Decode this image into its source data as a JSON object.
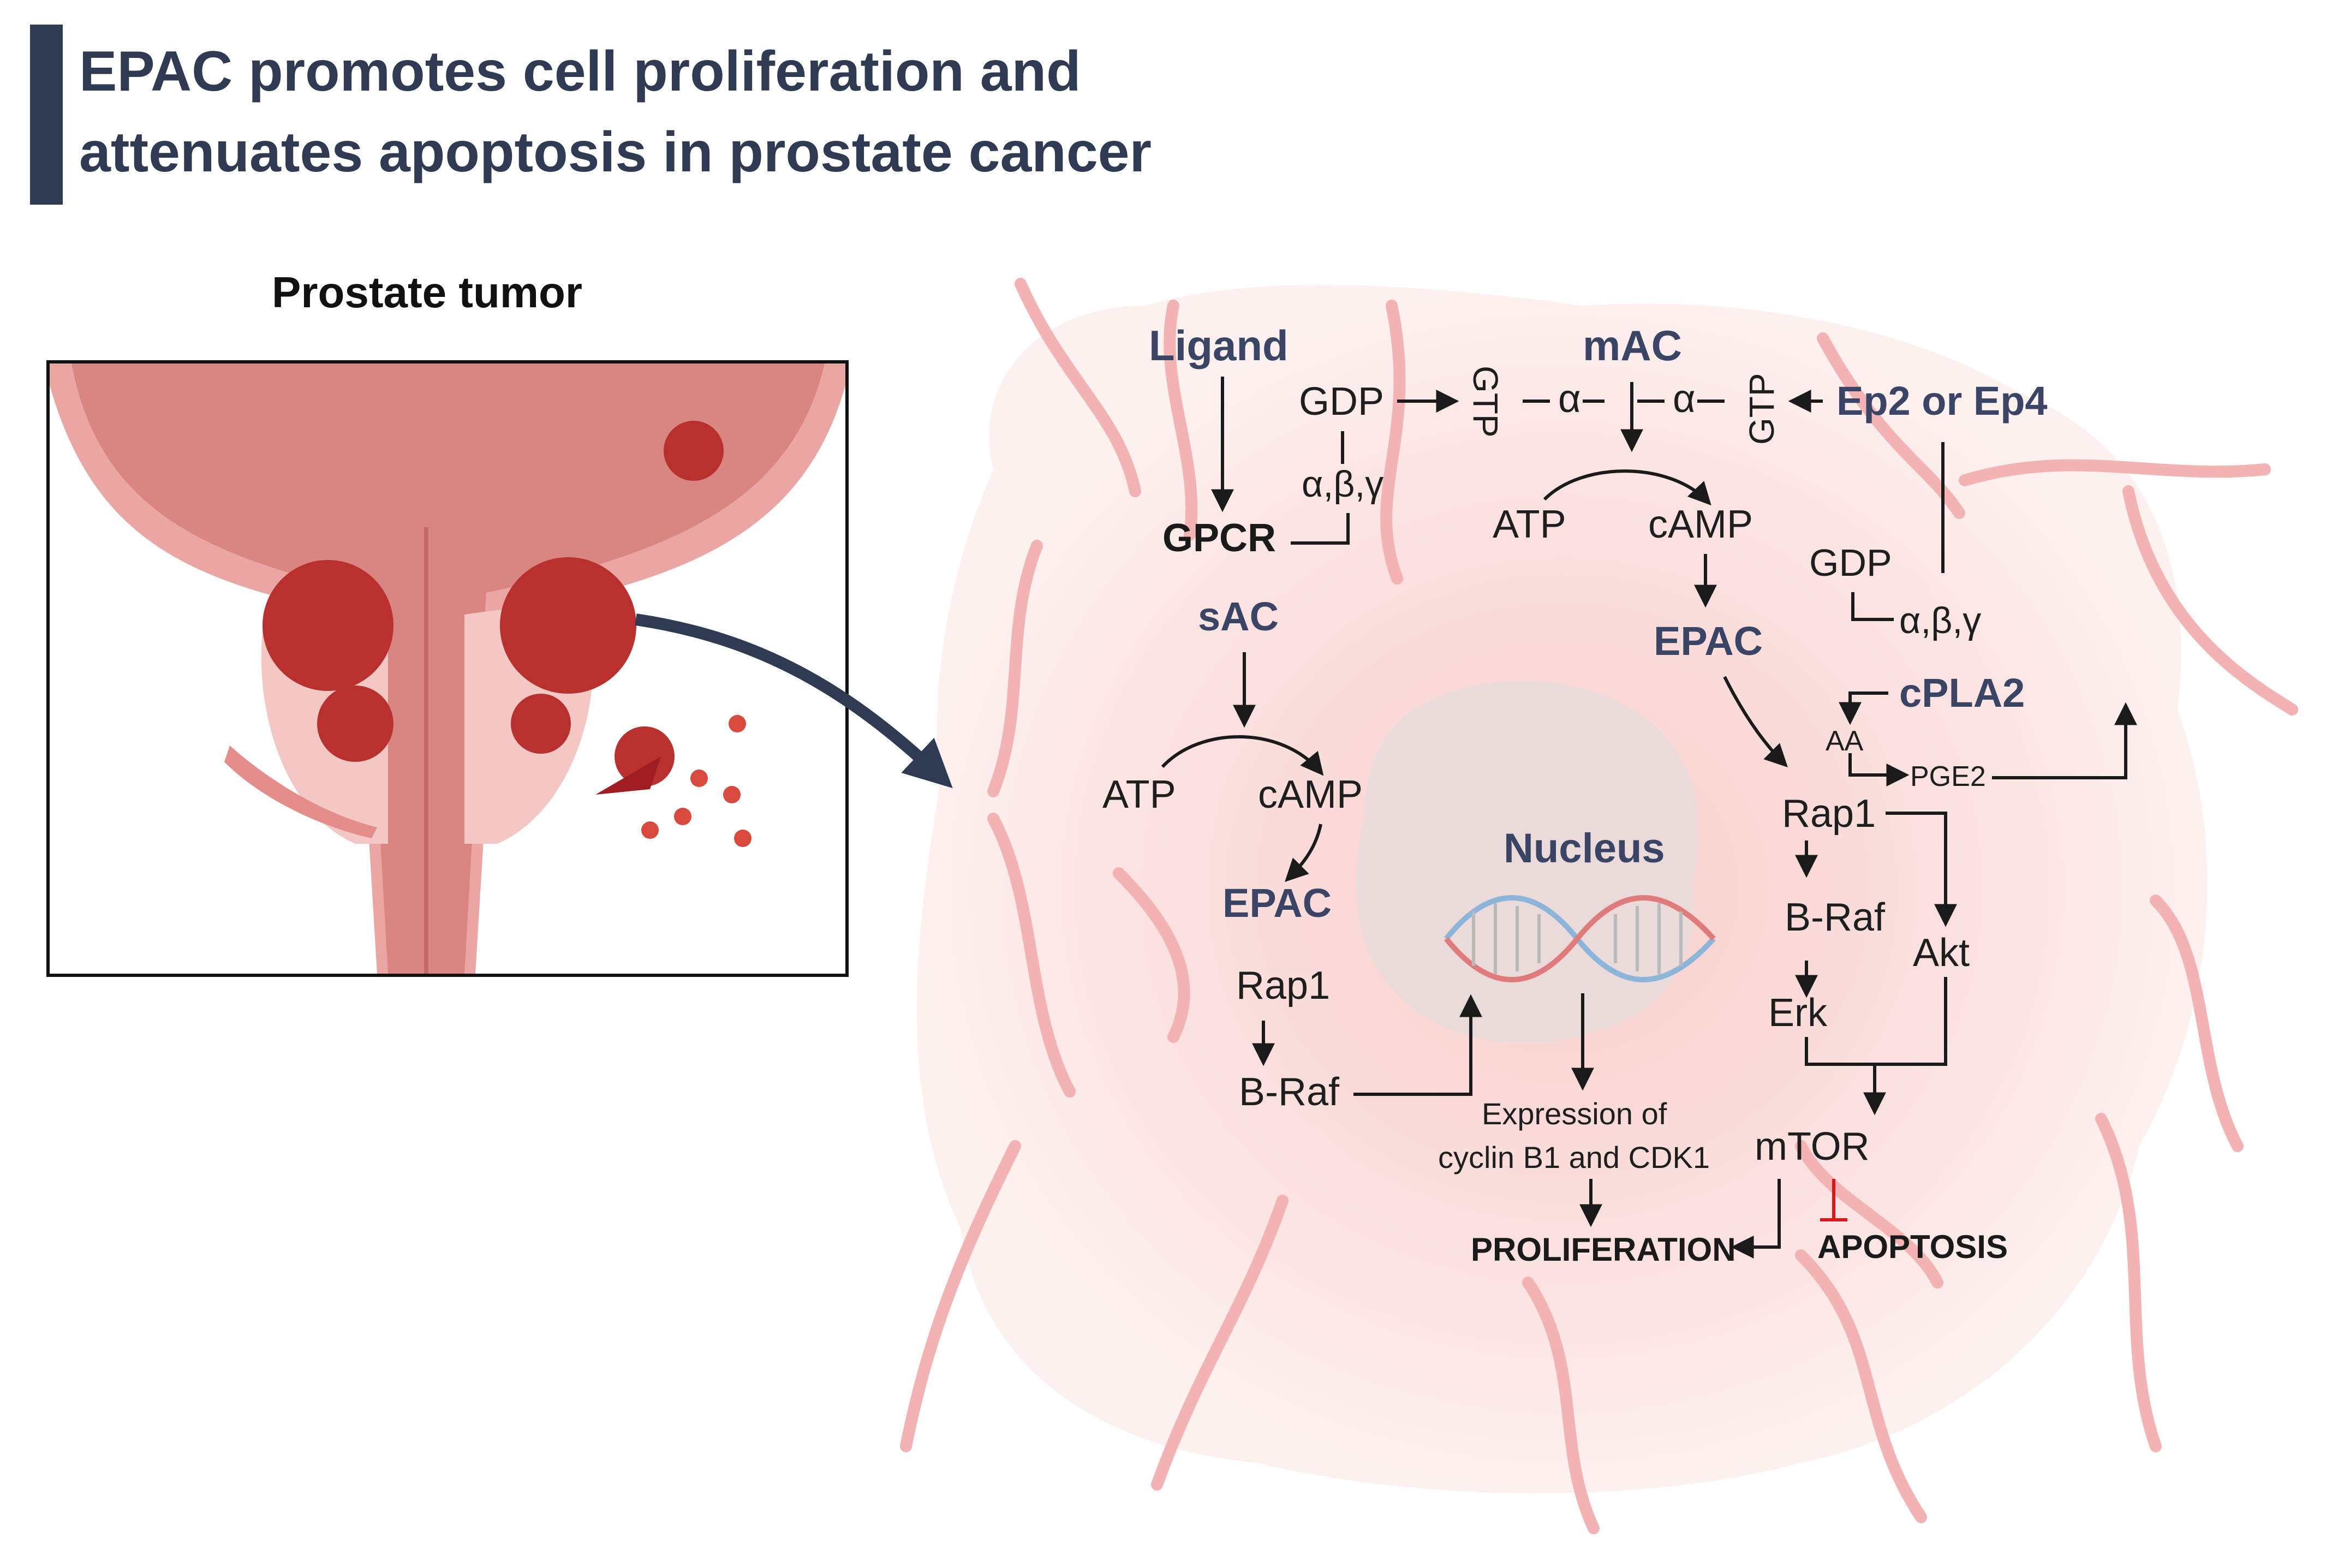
{
  "title": {
    "line1": "EPAC promotes cell proliferation and",
    "line2": "attenuates apoptosis in prostate cancer"
  },
  "prostate_panel": {
    "heading": "Prostate tumor"
  },
  "cell": {
    "nucleus_label": "Nucleus",
    "left_pathway": {
      "ligand": "Ligand",
      "gdp": "GDP",
      "gpcr": "GPCR",
      "gbg": "α,β,γ",
      "sac": "sAC",
      "atp": "ATP",
      "camp": "cAMP",
      "epac": "EPAC",
      "rap1": "Rap1",
      "braf": "B-Raf"
    },
    "top_pathway": {
      "mac": "mAC",
      "gtp_left": "GTP",
      "alpha_left": "α",
      "alpha_right": "α",
      "gtp_right": "GTP",
      "ep": "Ep2 or Ep4",
      "atp": "ATP",
      "camp": "cAMP",
      "epac": "EPAC"
    },
    "right_pathway": {
      "gdp": "GDP",
      "gbg": "α,β,γ",
      "cpla2": "cPLA2",
      "aa": "AA",
      "pge2": "PGE2",
      "rap1": "Rap1",
      "braf": "B-Raf",
      "erk": "Erk",
      "akt": "Akt",
      "mtor": "mTOR"
    },
    "outcomes": {
      "expression_line1": "Expression of",
      "expression_line2": "cyclin B1 and CDK1",
      "proliferation": "PROLIFERATION",
      "apoptosis": "APOPTOSIS"
    }
  },
  "colors": {
    "title_navy": "#2f3b52",
    "label_navy": "#3a4566",
    "vessel_pink": "#f4b3b3",
    "tumor_red": "#b8312f",
    "inhibit_red": "#d7191c"
  }
}
